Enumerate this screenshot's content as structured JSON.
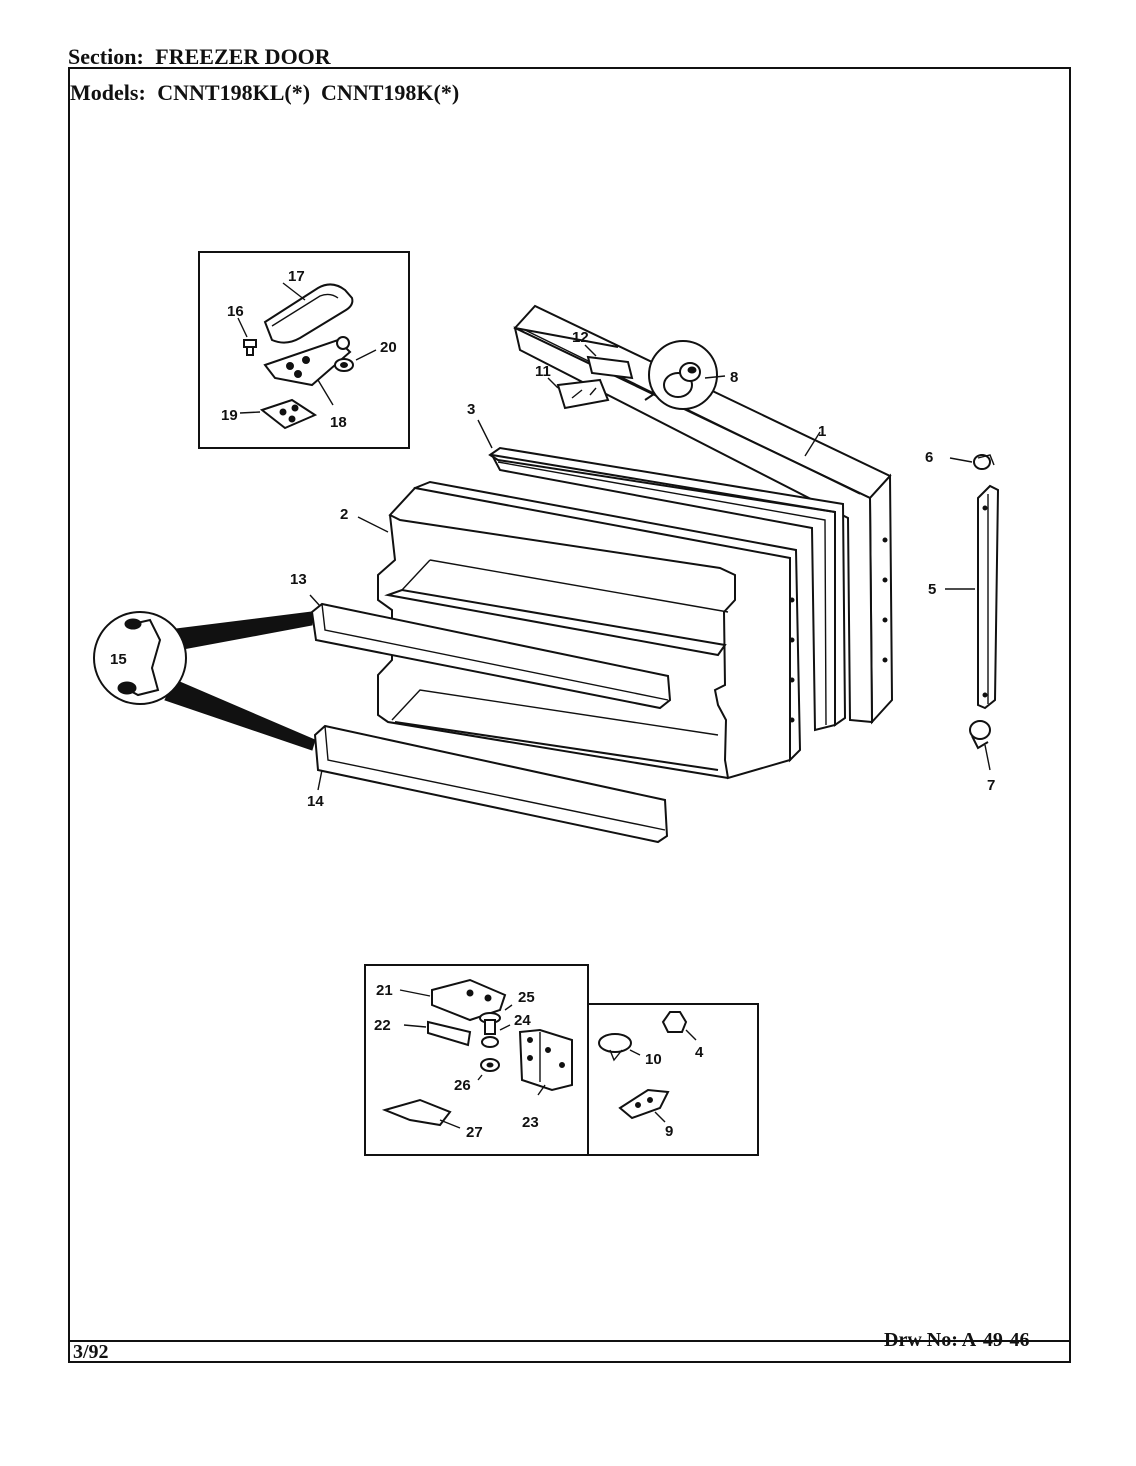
{
  "header": {
    "section_label": "Section:",
    "section_value": "FREEZER DOOR",
    "models_label": "Models:",
    "models_value": "CNNT198KL(*)  CNNT198K(*)"
  },
  "footer": {
    "date": "3/92",
    "drawing_number": "Drw No: A-49-46"
  },
  "callouts": {
    "c1": "1",
    "c2": "2",
    "c3": "3",
    "c4": "4",
    "c5": "5",
    "c6": "6",
    "c7": "7",
    "c8": "8",
    "c9": "9",
    "c10": "10",
    "c11": "11",
    "c12": "12",
    "c13": "13",
    "c14": "14",
    "c15": "15",
    "c16": "16",
    "c17": "17",
    "c18": "18",
    "c19": "19",
    "c20": "20",
    "c21": "21",
    "c22": "22",
    "c23": "23",
    "c24": "24",
    "c25": "25",
    "c26": "26",
    "c27": "27"
  }
}
